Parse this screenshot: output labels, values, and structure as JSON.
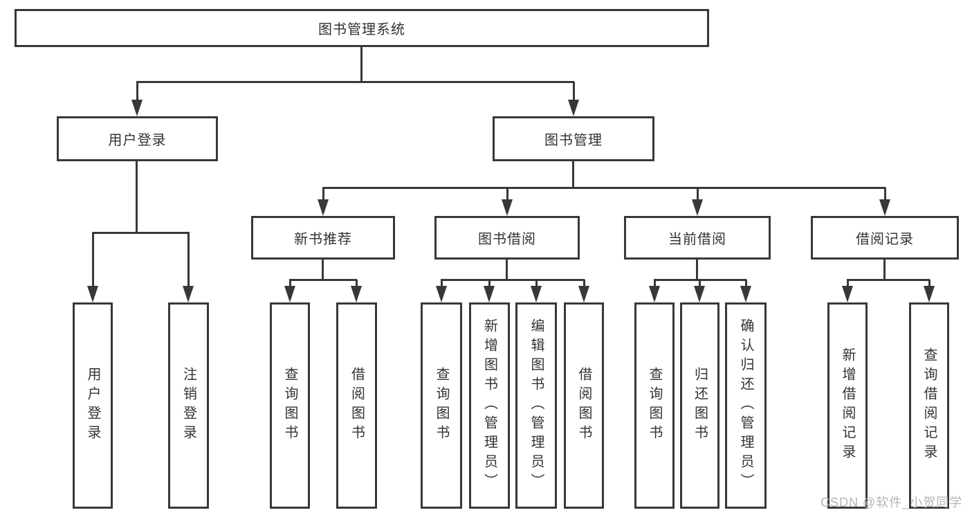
{
  "diagram": {
    "title": "图书管理系统",
    "level2": [
      {
        "label": "用户登录"
      },
      {
        "label": "图书管理"
      }
    ],
    "level3": [
      {
        "label": "新书推荐"
      },
      {
        "label": "图书借阅"
      },
      {
        "label": "当前借阅"
      },
      {
        "label": "借阅记录"
      }
    ],
    "leaves": [
      {
        "label": "用户登录",
        "parent": "用户登录"
      },
      {
        "label": "注销登录",
        "parent": "用户登录"
      },
      {
        "label": "查询图书",
        "parent": "新书推荐"
      },
      {
        "label": "借阅图书",
        "parent": "新书推荐"
      },
      {
        "label": "查询图书",
        "parent": "图书借阅"
      },
      {
        "label": "新增图书（管理员）",
        "parent": "图书借阅"
      },
      {
        "label": "编辑图书（管理员）",
        "parent": "图书借阅"
      },
      {
        "label": "借阅图书",
        "parent": "图书借阅"
      },
      {
        "label": "查询图书",
        "parent": "当前借阅"
      },
      {
        "label": "归还图书",
        "parent": "当前借阅"
      },
      {
        "label": "确认归还（管理员）",
        "parent": "当前借阅"
      },
      {
        "label": "新增借阅记录",
        "parent": "借阅记录"
      },
      {
        "label": "查询借阅记录",
        "parent": "借阅记录"
      }
    ]
  },
  "watermark": {
    "text": "CSDN @软件_小贺同学"
  },
  "colors": {
    "line": "#383838",
    "text": "#333333",
    "watermark": "#b5b5b5",
    "background": "#ffffff"
  }
}
